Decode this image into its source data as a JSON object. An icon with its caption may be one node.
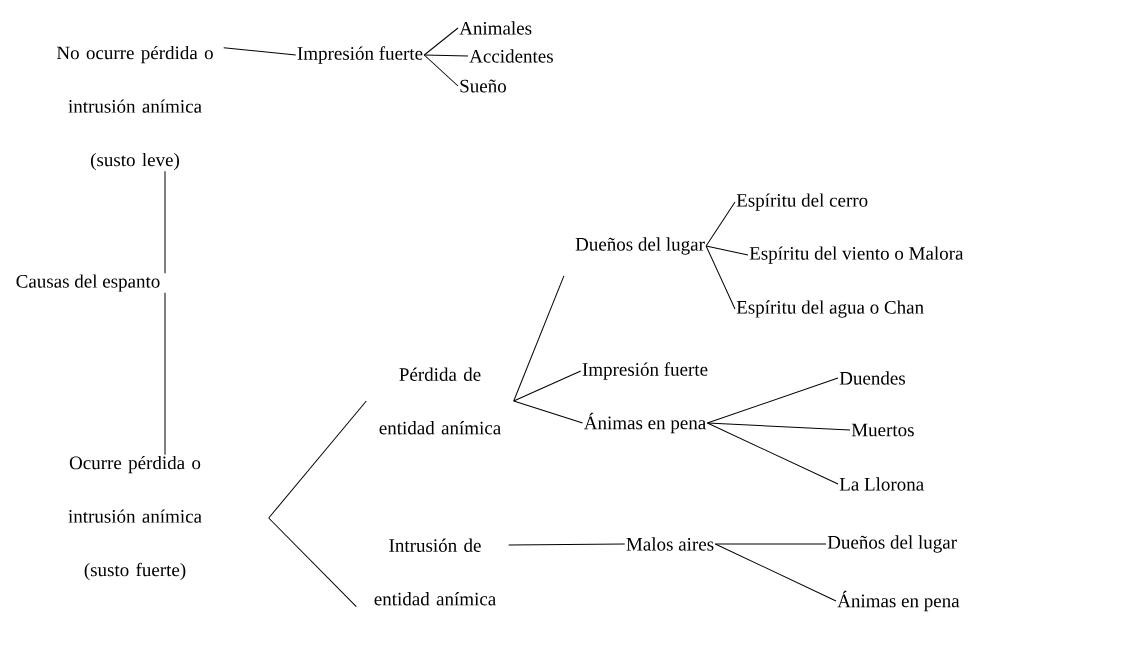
{
  "diagram": {
    "nodes": [
      {
        "text": [
          "No ocurre pérdida o intrusión anímica (susto leve)"
        ]
      },
      {
        "text": [
          "Impresión fuerte"
        ]
      },
      {
        "text": [
          "Animales"
        ]
      },
      {
        "text": [
          "Accidentes"
        ]
      },
      {
        "text": [
          "Sueño"
        ]
      },
      {
        "text": [
          "Causas del espanto"
        ]
      },
      {
        "text": [
          "Ocurre pérdida o intrusión anímica (susto fuerte)"
        ]
      },
      {
        "text": [
          "Pérdida de entidad anímica"
        ]
      },
      {
        "text": [
          "Dueños del lugar"
        ]
      },
      {
        "text": [
          "Espíritu del cerro"
        ]
      },
      {
        "text": [
          "Espíritu del viento o Malora"
        ]
      },
      {
        "text": [
          "Espíritu del agua o Chan"
        ]
      },
      {
        "text": [
          "Impresión fuerte"
        ]
      },
      {
        "text": [
          "Ánimas en pena"
        ]
      },
      {
        "text": [
          "Duendes"
        ]
      },
      {
        "text": [
          "Muertos"
        ]
      },
      {
        "text": [
          "La Llorona"
        ]
      },
      {
        "text": [
          "Intrusión de entidad anímica"
        ]
      },
      {
        "text": [
          "Malos aires"
        ]
      },
      {
        "text": [
          "Dueños del lugar"
        ]
      },
      {
        "text": [
          "Ánimas en pena"
        ]
      }
    ],
    "edges": [
      {
        "from": 0,
        "to": 1,
        "arrow": "none"
      },
      {
        "from": 1,
        "to": 2,
        "arrow": "none"
      },
      {
        "from": 1,
        "to": 3,
        "arrow": "none"
      },
      {
        "from": 1,
        "to": 4,
        "arrow": "none"
      },
      {
        "from": 0,
        "to": 5,
        "arrow": "none"
      },
      {
        "from": 5,
        "to": 6,
        "arrow": "none"
      },
      {
        "from": 6,
        "to": 7,
        "arrow": "none"
      },
      {
        "from": 6,
        "to": 17,
        "arrow": "none"
      },
      {
        "from": 7,
        "to": 8,
        "arrow": "none"
      },
      {
        "from": 7,
        "to": 12,
        "arrow": "none"
      },
      {
        "from": 7,
        "to": 13,
        "arrow": "none"
      },
      {
        "from": 8,
        "to": 9,
        "arrow": "none"
      },
      {
        "from": 8,
        "to": 10,
        "arrow": "none"
      },
      {
        "from": 8,
        "to": 11,
        "arrow": "none"
      },
      {
        "from": 13,
        "to": 14,
        "arrow": "none"
      },
      {
        "from": 13,
        "to": 15,
        "arrow": "none"
      },
      {
        "from": 13,
        "to": 16,
        "arrow": "none"
      },
      {
        "from": 17,
        "to": 18,
        "arrow": "none"
      },
      {
        "from": 18,
        "to": 19,
        "arrow": "none"
      },
      {
        "from": 18,
        "to": 20,
        "arrow": "none"
      }
    ]
  }
}
